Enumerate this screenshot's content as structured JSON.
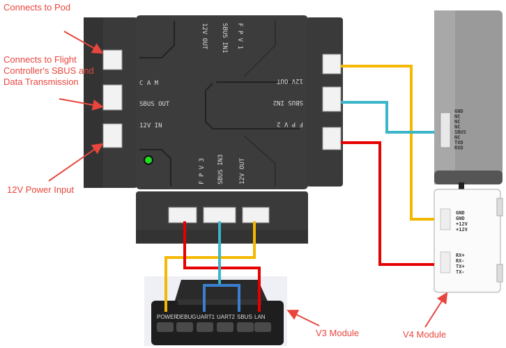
{
  "annotations": {
    "pod": "Connects to Pod",
    "fc_line1": "Connects to Flight",
    "fc_line2": "Controller's SBUS and",
    "fc_line3": "Data Transmission",
    "power": "12V Power Input",
    "v3": "V3 Module",
    "v4": "V4 Module"
  },
  "board": {
    "cam": "C A M",
    "sbus_out": "SBUS OUT",
    "v12_in": "12V IN",
    "fpv1": "F P V 1",
    "sbus_in1": "SBUS IN1",
    "v12_out1": "12V OUT",
    "fpv2": "F P V 2",
    "sbus_in2": "SBUS IN2",
    "v12_out2": "12V OUT",
    "fpv3": "F P V 3",
    "sbus_in3": "SBUS IN3",
    "v12_out3": "12V OUT"
  },
  "v3_ports": [
    "POWER",
    "DEBUG",
    "UART1",
    "UART2",
    "SBUS",
    "LAN"
  ],
  "v4_top_pins": [
    "GND",
    "NC",
    "NC",
    "NC",
    "SBUS",
    "NC",
    "TXD",
    "RXD"
  ],
  "v4_power_pins": [
    "GND",
    "GND",
    "+12V",
    "+12V"
  ],
  "v4_data_pins": [
    "RX+",
    "RX-",
    "TX+",
    "TX-"
  ],
  "colors": {
    "power_wire": "#f5b800",
    "sbus_wire": "#3bb5c8",
    "data_wire": "#e60000",
    "annotation": "#e8453c",
    "led": "#22dd22"
  }
}
